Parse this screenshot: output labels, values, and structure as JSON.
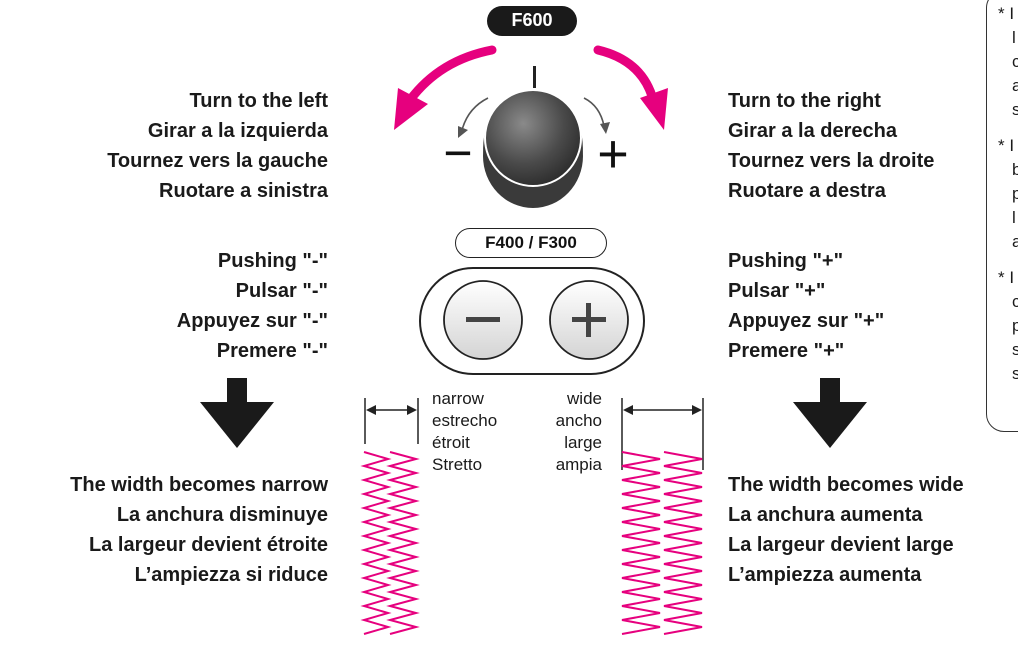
{
  "colors": {
    "arrow": "#e6007e",
    "zigzag": "#e6007e",
    "knob": "#4a4a4a",
    "text": "#1a1a1a"
  },
  "icons": {
    "down_arrow": "down-arrow-icon",
    "minus_button": "minus-button-icon",
    "plus_button": "plus-button-icon"
  },
  "dial_label": "F600",
  "buttons_label": "F400 / F300",
  "left": {
    "turn": [
      "Turn to the left",
      "Girar a la izquierda",
      "Tournez vers la gauche",
      "Ruotare a sinistra"
    ],
    "push": [
      "Pushing \"-\"",
      "Pulsar \"-\"",
      "Appuyez sur \"-\"",
      "Premere \"-\""
    ],
    "result": [
      "The width becomes narrow",
      "La anchura disminuye",
      "La largeur devient étroite",
      "L’ampiezza si riduce"
    ]
  },
  "right": {
    "turn": [
      "Turn to the right",
      "Girar a la derecha",
      "Tournez vers la droite",
      "Ruotare a destra"
    ],
    "push": [
      "Pushing \"+\"",
      "Pulsar \"+\"",
      "Appuyez sur \"+\"",
      "Premere \"+\""
    ],
    "result": [
      "The width becomes wide",
      "La anchura aumenta",
      "La largeur devient large",
      "L’ampiezza aumenta"
    ]
  },
  "narrow_labels": [
    "narrow",
    "estrecho",
    "étroit",
    "Stretto"
  ],
  "wide_labels": [
    "wide",
    "ancho",
    "large",
    "ampia"
  ],
  "minus_symbol": "−",
  "plus_symbol": "+",
  "note_fragments": [
    "* I",
    "l",
    "c",
    "a",
    "s",
    "* I",
    "b",
    "p",
    "l",
    "a",
    "* I",
    "c",
    "p",
    "s",
    "s"
  ]
}
